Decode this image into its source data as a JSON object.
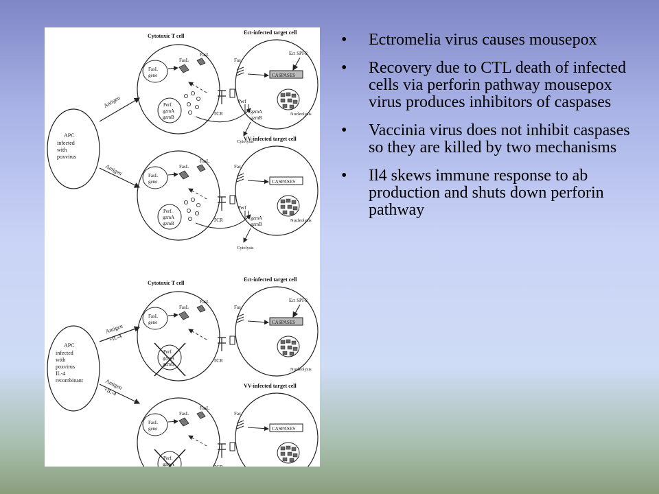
{
  "figure": {
    "panels": [
      {
        "heading_left": "Cytotoxic T cell",
        "heading_right": "Ect-infected target cell",
        "inhibitor": "Ect SPI-2",
        "enzyme": "CASPASES",
        "perforin_blocked": false
      },
      {
        "heading_left": "",
        "heading_right": "VV-infected target cell",
        "inhibitor": "",
        "enzyme": "CASPASES",
        "perforin_blocked": false
      },
      {
        "heading_left": "Cytotoxic T cell",
        "heading_right": "Ect-infected target cell",
        "inhibitor": "Ect SPI-2",
        "enzyme": "CASPASES",
        "perforin_blocked": true
      },
      {
        "heading_left": "",
        "heading_right": "VV-infected target cell",
        "inhibitor": "",
        "enzyme": "CASPASES",
        "perforin_blocked": true
      }
    ],
    "labels": {
      "fasl": "FasL",
      "fasl_gene_1": "FasL",
      "fasl_gene_2": "gene",
      "perf_1": "Perf.",
      "perf_2": "gzmA",
      "perf_3": "gzmB",
      "tcr": "TCR",
      "fas": "Fas",
      "perf_channel": "Perf",
      "gzm_a": "gzmA",
      "gzm_b": "gzmB",
      "nucleolysis": "Nucleolysis",
      "cytolysis": "Cytolysis"
    },
    "apc_top": [
      "APC",
      "infected",
      "with",
      "poxvirus"
    ],
    "apc_bottom": [
      "APC",
      "infected",
      "with",
      "poxvirus",
      "IL-4",
      "recombinant"
    ],
    "arrows": {
      "antigen": "Antigen",
      "antigen_il4_1": "Antigen",
      "antigen_il4_2": "+IL-4"
    }
  },
  "bullets": [
    "Ectromelia virus causes mousepox",
    "Recovery due to CTL death of infected cells via perforin pathway mousepox virus produces inhibitors of caspases",
    "Vaccinia virus does not inhibit caspases so they are killed by two mechanisms",
    "Il4 skews immune response to ab production and shuts down perforin pathway"
  ],
  "bullet_symbol": "•"
}
